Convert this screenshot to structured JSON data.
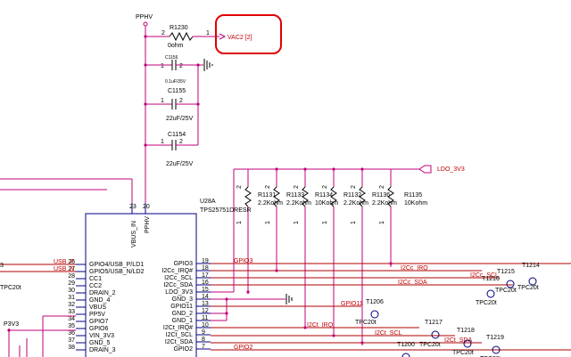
{
  "power": {
    "pphv": "PPHV",
    "ldo": "LDO_3V3",
    "p3v3": "P3V3"
  },
  "r1230": {
    "ref": "R1230",
    "value": "0ohm",
    "pin1": "1",
    "pin2": "2",
    "net": "VAC2 [2]"
  },
  "c1156": {
    "ref": "C1156",
    "value": "0.1uF/35V",
    "pin1": "1",
    "pin2": "2"
  },
  "c1155": {
    "ref": "C1155",
    "value": "22uF/25V",
    "pin1": "1",
    "pin2": "2"
  },
  "c1154": {
    "ref": "C1154",
    "value": "22uF/25V",
    "pin1": "1",
    "pin2": "2"
  },
  "pullups": [
    {
      "ref": "R1131",
      "value": "2.2Kohm"
    },
    {
      "ref": "R1133",
      "value": "2.2Kohm"
    },
    {
      "ref": "R1134",
      "value": "10Kohm"
    },
    {
      "ref": "R1132",
      "value": "2.2Kohm"
    },
    {
      "ref": "R1136",
      "value": "2.2Kohm"
    },
    {
      "ref": "R1135",
      "value": "10Kohm"
    }
  ],
  "resistor_pin_top": "2",
  "resistor_pin_bottom": "1",
  "ic": {
    "ref": "U28A",
    "part": "TPS25751DRESR",
    "top_pin_labels": [
      "VBUS_IN",
      "PPHV"
    ],
    "top_pin_numbers": [
      "23",
      "20"
    ],
    "left_pins": [
      {
        "num": "26",
        "name": "GPIO4/USB_P/LD1",
        "net": "USB_P"
      },
      {
        "num": "27",
        "name": "GPIO5/USB_N/LD2",
        "net": "USB_N"
      },
      {
        "num": "28",
        "name": "CC1",
        "net": ""
      },
      {
        "num": "29",
        "name": "CC2",
        "net": ""
      },
      {
        "num": "30",
        "name": "DRAIN_2",
        "net": ""
      },
      {
        "num": "31",
        "name": "GND_4",
        "net": ""
      },
      {
        "num": "32",
        "name": "VBUS",
        "net": ""
      },
      {
        "num": "33",
        "name": "PP5V",
        "net": ""
      },
      {
        "num": "34",
        "name": "GPIO7",
        "net": ""
      },
      {
        "num": "35",
        "name": "GPIO6",
        "net": ""
      },
      {
        "num": "36",
        "name": "VIN_3V3",
        "net": ""
      },
      {
        "num": "37",
        "name": "GND_5",
        "net": ""
      },
      {
        "num": "38",
        "name": "DRAIN_3",
        "net": ""
      }
    ],
    "right_pins": [
      {
        "num": "19",
        "name": "GPIO3",
        "net": "GPIO3"
      },
      {
        "num": "18",
        "name": "I2Cc_IRQ#",
        "net": "I2Cc_IRQ"
      },
      {
        "num": "17",
        "name": "I2Cc_SCL",
        "net": "I2Cc_SCL"
      },
      {
        "num": "16",
        "name": "I2Cc_SDA",
        "net": "I2Cc_SDA"
      },
      {
        "num": "15",
        "name": "LDO_3V3",
        "net": ""
      },
      {
        "num": "14",
        "name": "GND_3",
        "net": ""
      },
      {
        "num": "13",
        "name": "GPIO11",
        "net": "GPIO11"
      },
      {
        "num": "12",
        "name": "GND_2",
        "net": ""
      },
      {
        "num": "11",
        "name": "GND_1",
        "net": ""
      },
      {
        "num": "10",
        "name": "I2Ct_IRQ#",
        "net": "I2Ct_IRQ"
      },
      {
        "num": "9",
        "name": "I2Ct_SCL",
        "net": "I2Ct_SCL"
      },
      {
        "num": "8",
        "name": "I2Ct_SDA",
        "net": "I2Ct_SDA"
      },
      {
        "num": "7",
        "name": "GPIO2",
        "net": "GPIO2"
      }
    ]
  },
  "testpoints": [
    {
      "ref": "T1214",
      "type": "TPC20t"
    },
    {
      "ref": "T1215",
      "type": "TPC20t"
    },
    {
      "ref": "T1216",
      "type": "TPC20t"
    },
    {
      "ref": "T1206",
      "type": "TPC20t"
    },
    {
      "ref": "T1217",
      "type": "TPC20t"
    },
    {
      "ref": "T1218",
      "type": "TPC20t"
    },
    {
      "ref": "T1219",
      "type": "TPC20t"
    },
    {
      "ref": "T1200",
      "type": "TPC20t"
    }
  ],
  "left_edge": {
    "tp_label": "TPC20t",
    "pin_label": "3"
  }
}
